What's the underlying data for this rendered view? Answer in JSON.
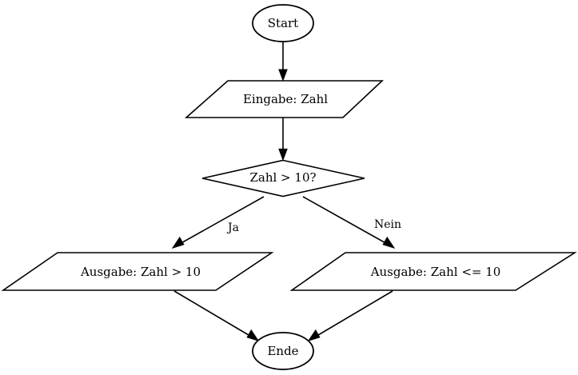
{
  "diagram": {
    "type": "flowchart",
    "language": "de",
    "background_color": "#ffffff",
    "stroke_color": "#000000",
    "fill_color": "#ffffff",
    "nodes": [
      {
        "id": "start",
        "label": "Start",
        "shape": "ellipse",
        "role": "terminator"
      },
      {
        "id": "eingabe",
        "label": "Eingabe: Zahl",
        "shape": "parallelogram",
        "role": "input"
      },
      {
        "id": "bedingung",
        "label": "Zahl > 10?",
        "shape": "diamond",
        "role": "decision"
      },
      {
        "id": "ausgabe_ja",
        "label": "Ausgabe: Zahl > 10",
        "shape": "parallelogram",
        "role": "output"
      },
      {
        "id": "ausgabe_nein",
        "label": "Ausgabe: Zahl <= 10",
        "shape": "parallelogram",
        "role": "output"
      },
      {
        "id": "ende",
        "label": "Ende",
        "shape": "ellipse",
        "role": "terminator"
      }
    ],
    "edges": [
      {
        "id": "e1",
        "from": "start",
        "to": "eingabe",
        "label": ""
      },
      {
        "id": "e2",
        "from": "eingabe",
        "to": "bedingung",
        "label": ""
      },
      {
        "id": "e3",
        "from": "bedingung",
        "to": "ausgabe_ja",
        "label": "Ja"
      },
      {
        "id": "e4",
        "from": "bedingung",
        "to": "ausgabe_nein",
        "label": "Nein"
      },
      {
        "id": "e5",
        "from": "ausgabe_ja",
        "to": "ende",
        "label": ""
      },
      {
        "id": "e6",
        "from": "ausgabe_nein",
        "to": "ende",
        "label": ""
      }
    ]
  }
}
